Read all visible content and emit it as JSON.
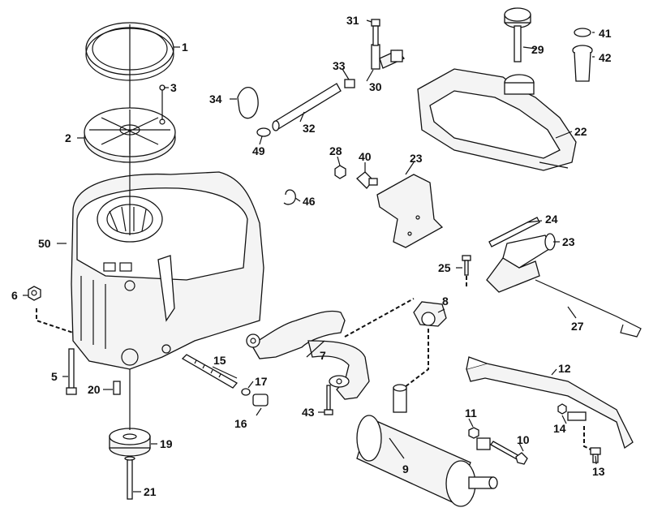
{
  "callouts": [
    {
      "id": "c1",
      "text": "1"
    },
    {
      "id": "c2",
      "text": "2"
    },
    {
      "id": "c3",
      "text": "3"
    },
    {
      "id": "c5",
      "text": "5"
    },
    {
      "id": "c6",
      "text": "6"
    },
    {
      "id": "c7",
      "text": "7"
    },
    {
      "id": "c8",
      "text": "8"
    },
    {
      "id": "c9",
      "text": "9"
    },
    {
      "id": "c10",
      "text": "10"
    },
    {
      "id": "c11",
      "text": "11"
    },
    {
      "id": "c12",
      "text": "12"
    },
    {
      "id": "c13",
      "text": "13"
    },
    {
      "id": "c14",
      "text": "14"
    },
    {
      "id": "c15",
      "text": "15"
    },
    {
      "id": "c16",
      "text": "16"
    },
    {
      "id": "c17",
      "text": "17"
    },
    {
      "id": "c19",
      "text": "19"
    },
    {
      "id": "c20",
      "text": "20"
    },
    {
      "id": "c21",
      "text": "21"
    },
    {
      "id": "c22",
      "text": "22"
    },
    {
      "id": "c23a",
      "text": "23"
    },
    {
      "id": "c23b",
      "text": "23"
    },
    {
      "id": "c24",
      "text": "24"
    },
    {
      "id": "c25",
      "text": "25"
    },
    {
      "id": "c27",
      "text": "27"
    },
    {
      "id": "c28",
      "text": "28"
    },
    {
      "id": "c29",
      "text": "29"
    },
    {
      "id": "c30",
      "text": "30"
    },
    {
      "id": "c31",
      "text": "31"
    },
    {
      "id": "c32",
      "text": "32"
    },
    {
      "id": "c33",
      "text": "33"
    },
    {
      "id": "c34",
      "text": "34"
    },
    {
      "id": "c40",
      "text": "40"
    },
    {
      "id": "c41",
      "text": "41"
    },
    {
      "id": "c42",
      "text": "42"
    },
    {
      "id": "c43",
      "text": "43"
    },
    {
      "id": "c46",
      "text": "46"
    },
    {
      "id": "c49",
      "text": "49"
    },
    {
      "id": "c50",
      "text": "50"
    }
  ]
}
